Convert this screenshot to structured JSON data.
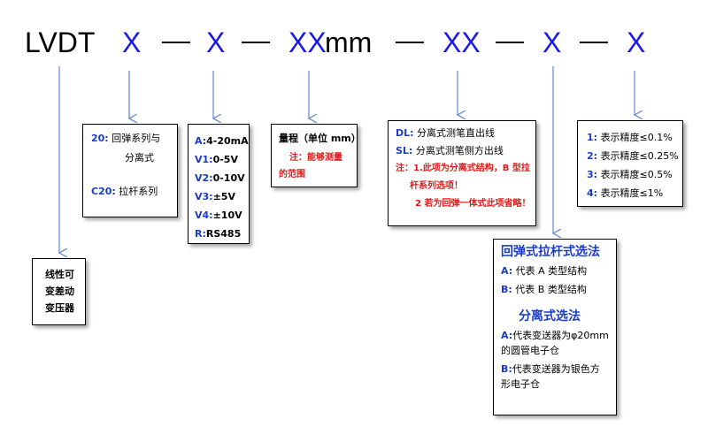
{
  "code": {
    "prefix": "LVDT",
    "parts": [
      "X",
      "X",
      "XX",
      "mm",
      "XX",
      "X",
      "X"
    ]
  },
  "boxes": {
    "type": {
      "lines": [
        "线性可",
        "变差动",
        "变压器"
      ]
    },
    "structure": {
      "items": [
        {
          "code": "20:",
          "text": "回弹系列与"
        },
        {
          "cont": "分离式"
        },
        {
          "code": "C20:",
          "text": "拉杆系列"
        }
      ]
    },
    "output": {
      "items": [
        {
          "code": "A:",
          "text": "4-20mA"
        },
        {
          "code": "V1:",
          "text": "0-5V"
        },
        {
          "code": "V2:",
          "text": "0-10V"
        },
        {
          "code": "V3:",
          "text": "±5V"
        },
        {
          "code": "V4:",
          "text": "±10V"
        },
        {
          "code": "R:",
          "text": "RS485"
        }
      ]
    },
    "range": {
      "title": "量程（单位 mm）",
      "note1": "注：能够测量",
      "note2": "的范围"
    },
    "cable": {
      "dl_code": "DL:",
      "dl_text": "分离式测笔直出线",
      "sl_code": "SL:",
      "sl_text": "分离式测笔侧方出线",
      "note1": "注：1.此项为分离式结构，B 型拉",
      "note2": "杆系列选项！",
      "note3": "2 若为回弹一体式此项省略！"
    },
    "accuracy": {
      "items": [
        {
          "code": "1:",
          "text": "表示精度≤0.1%"
        },
        {
          "code": "2:",
          "text": "表示精度≤0.25%"
        },
        {
          "code": "3:",
          "text": "表示精度≤0.5%"
        },
        {
          "code": "4:",
          "text": "表示精度≤1%"
        }
      ]
    },
    "construction": {
      "title1": "回弹式拉杆式选法",
      "a1_code": "A:",
      "a1_text": "代表 A 类型结构",
      "b1_code": "B:",
      "b1_text": "代表 B 类型结构",
      "title2": "分离式选法",
      "a2_code": "A:",
      "a2_text1": "代表变送器为φ20mm",
      "a2_text2": "的圆管电子仓",
      "b2_code": "B:",
      "b2_text1": "代表变送器为银色方",
      "b2_text2": "形电子仓"
    }
  },
  "colors": {
    "code_blue": "#1a1ae6",
    "label_blue": "#1a3cc8",
    "note_red": "#e01818",
    "arrow": "#6a8fd0"
  }
}
